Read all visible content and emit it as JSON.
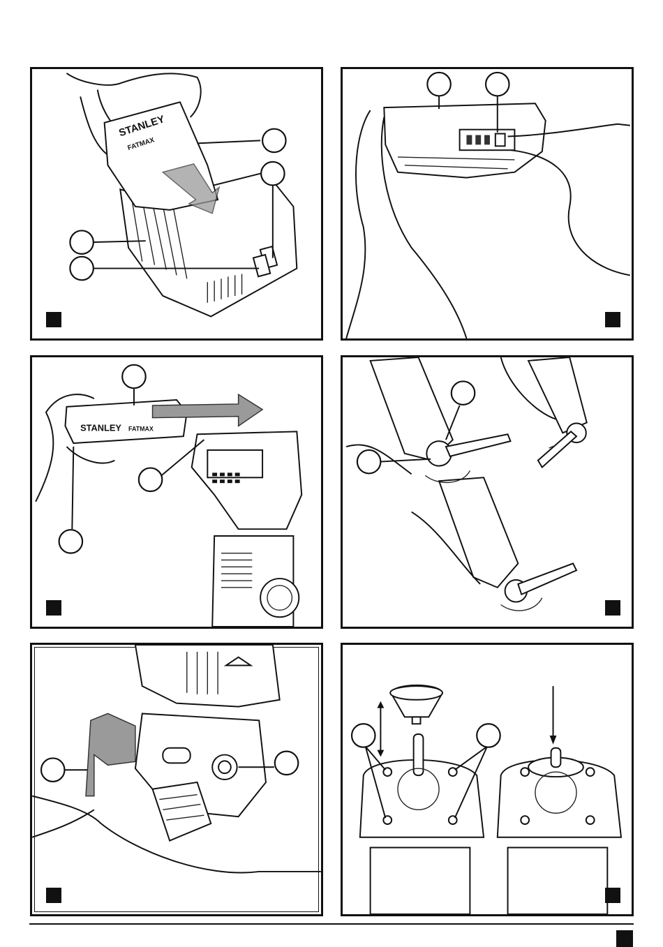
{
  "page": {
    "background": "#ffffff",
    "ink": "#111111"
  },
  "figures": [
    {
      "id": "panel-charger",
      "subject": "battery pack sliding into charger",
      "callouts": 4,
      "brand_text_1": "STANLEY",
      "brand_text_2": "FATMAX"
    },
    {
      "id": "panel-fuel-gauge",
      "subject": "hand pressing battery fuel gauge button",
      "callouts": 2
    },
    {
      "id": "panel-battery-insert",
      "subject": "battery pack slid onto tool",
      "callouts": 3,
      "brand_text_1": "STANLEY",
      "brand_text_2": "FATMAX"
    },
    {
      "id": "panel-collet-wrench",
      "subject": "loosening and tightening collet with wrench",
      "callouts": 2
    },
    {
      "id": "panel-depth-lever",
      "subject": "depth adjustment lever and nut",
      "callouts": 2
    },
    {
      "id": "panel-sub-base",
      "subject": "sub-base screws and centering cone",
      "callouts": 2
    }
  ],
  "icons": [
    "callout-circle",
    "figure-number-box",
    "arrow"
  ]
}
